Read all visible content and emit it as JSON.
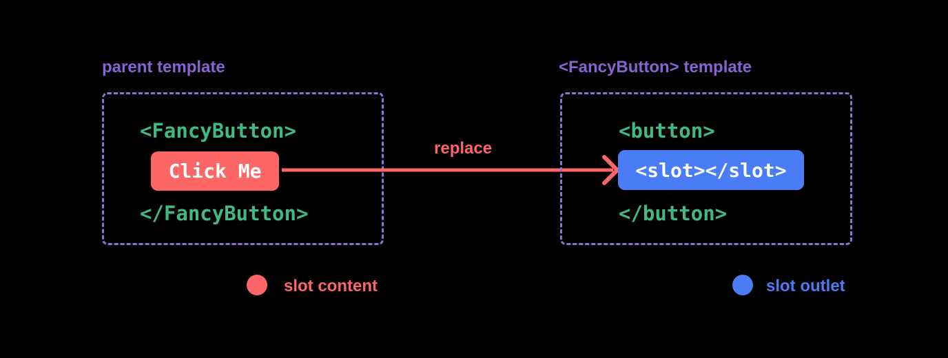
{
  "colors": {
    "background": "#000000",
    "red": "#fc6666",
    "blue": "#4a7cf6",
    "green": "#42b883",
    "purple_title": "#8a63d2",
    "purple_border": "#8f70d3",
    "white": "#ffffff"
  },
  "left_panel": {
    "title": "parent template",
    "open_tag": "<FancyButton>",
    "slot_content_label": "Click Me",
    "close_tag": "</FancyButton>"
  },
  "arrow": {
    "label": "replace"
  },
  "right_panel": {
    "title": "<FancyButton> template",
    "open_tag": "<button>",
    "slot_outlet_label": "<slot></slot>",
    "close_tag": "</button>"
  },
  "legend": {
    "slot_content": "slot content",
    "slot_outlet": "slot outlet"
  }
}
